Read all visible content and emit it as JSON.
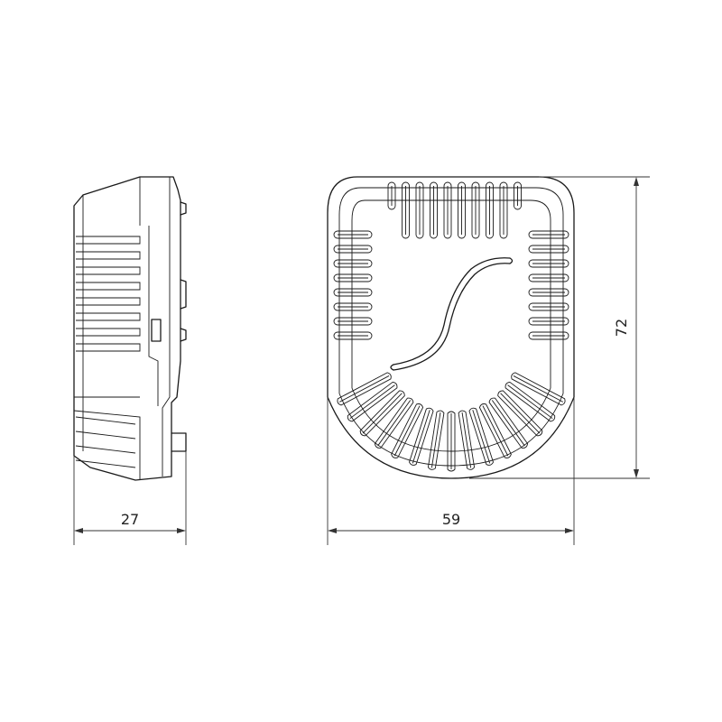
{
  "dimensions": {
    "side_width": "27",
    "front_width": "59",
    "front_height": "72"
  },
  "colors": {
    "line": "#1a1a1a",
    "background": "#ffffff"
  }
}
